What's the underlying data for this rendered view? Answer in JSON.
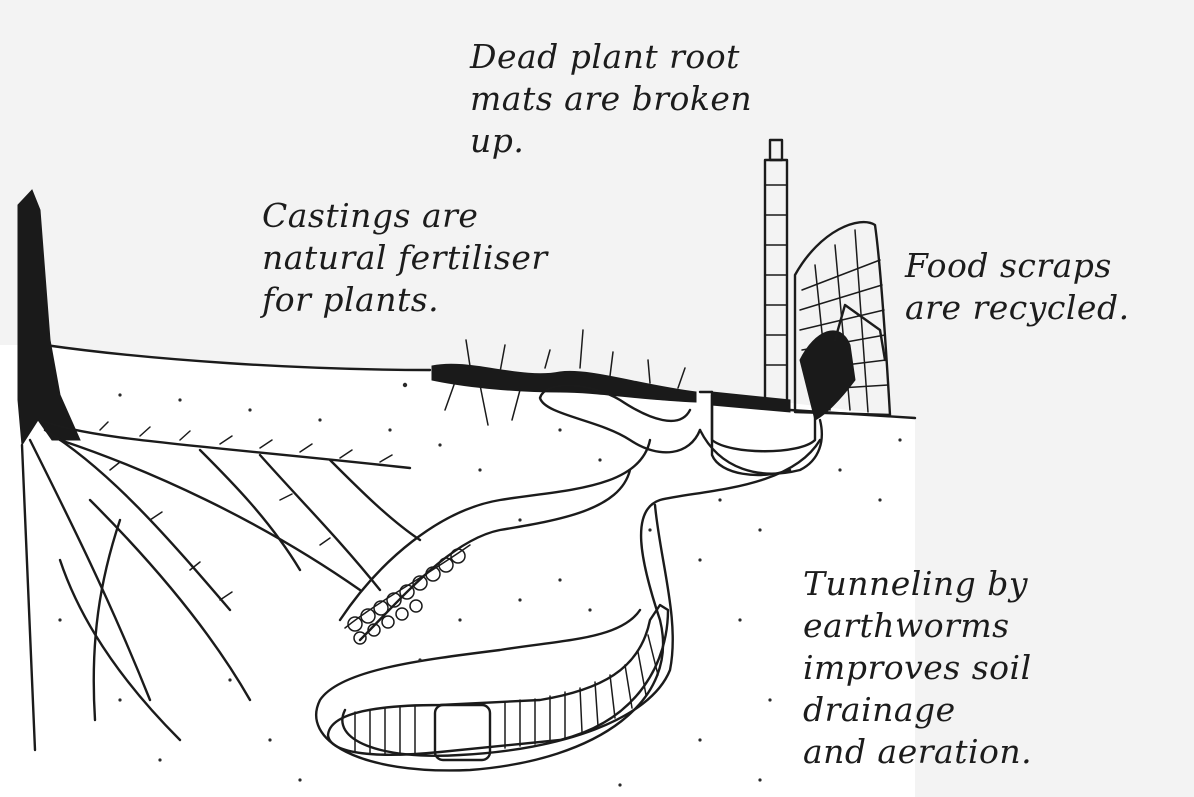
{
  "labels": {
    "dead_roots": "Dead plant root\nmats are broken\nup.",
    "castings": "Castings are\nnatural fertiliser\nfor plants.",
    "food_scraps": "Food scraps\nare recycled.",
    "tunneling": "Tunneling by\nearthworms\nimproves soil drainage\nand aeration."
  },
  "colors": {
    "ink": "#1b1b1b",
    "paper": "#f3f3f3",
    "soil": "#ffffff"
  }
}
